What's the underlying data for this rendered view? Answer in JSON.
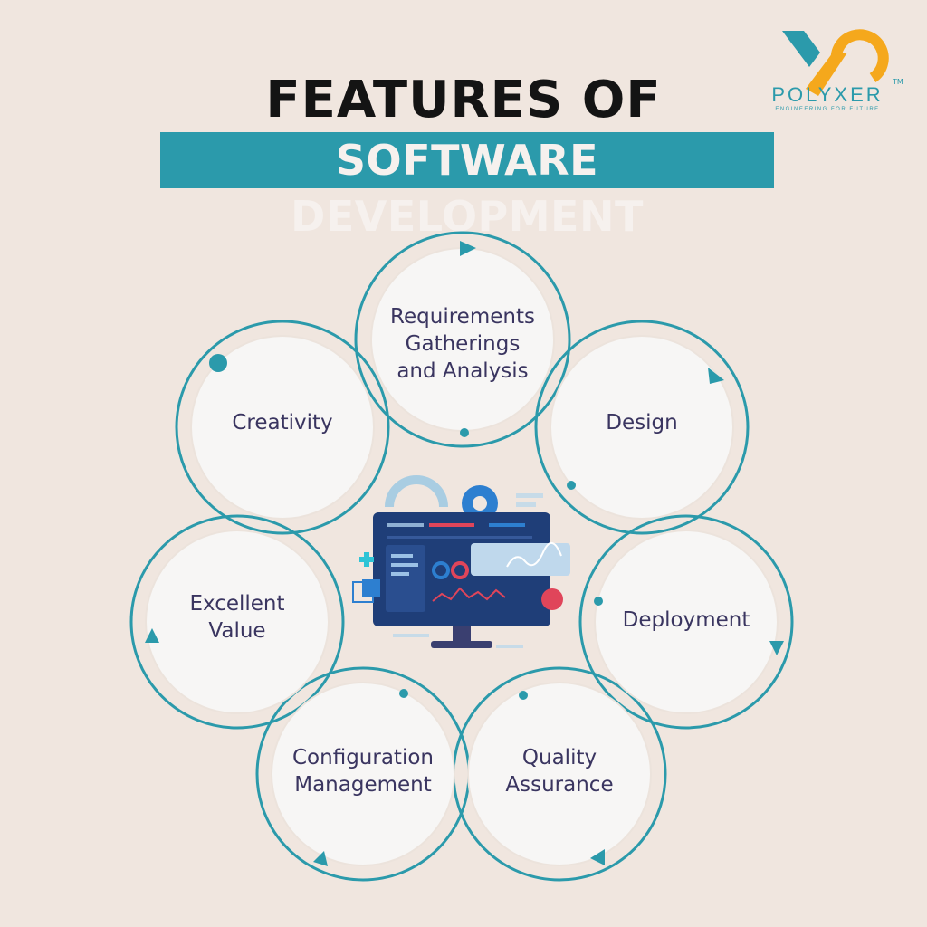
{
  "header": {
    "title_line1": "FEATURES OF",
    "title_line2": "SOFTWARE DEVELOPMENT"
  },
  "logo": {
    "name": "POLYXER",
    "trademark": "TM",
    "tagline": "ENGINEERING FOR FUTURE",
    "colors": {
      "orange": "#f5a81c",
      "teal": "#2b9aab"
    }
  },
  "cycle": {
    "stages": [
      {
        "label": "Requirements Gatherings and Analysis"
      },
      {
        "label": "Design"
      },
      {
        "label": "Deployment"
      },
      {
        "label": "Quality Assurance"
      },
      {
        "label": "Configuration Management"
      },
      {
        "label": "Excellent Value"
      },
      {
        "label": "Creativity"
      }
    ],
    "center_illustration": "computer-monitor-with-dashboard",
    "colors": {
      "ring": "#2b9aab",
      "fill": "#f7f6f5",
      "text": "#3a3560",
      "background": "#f0e6df"
    }
  }
}
